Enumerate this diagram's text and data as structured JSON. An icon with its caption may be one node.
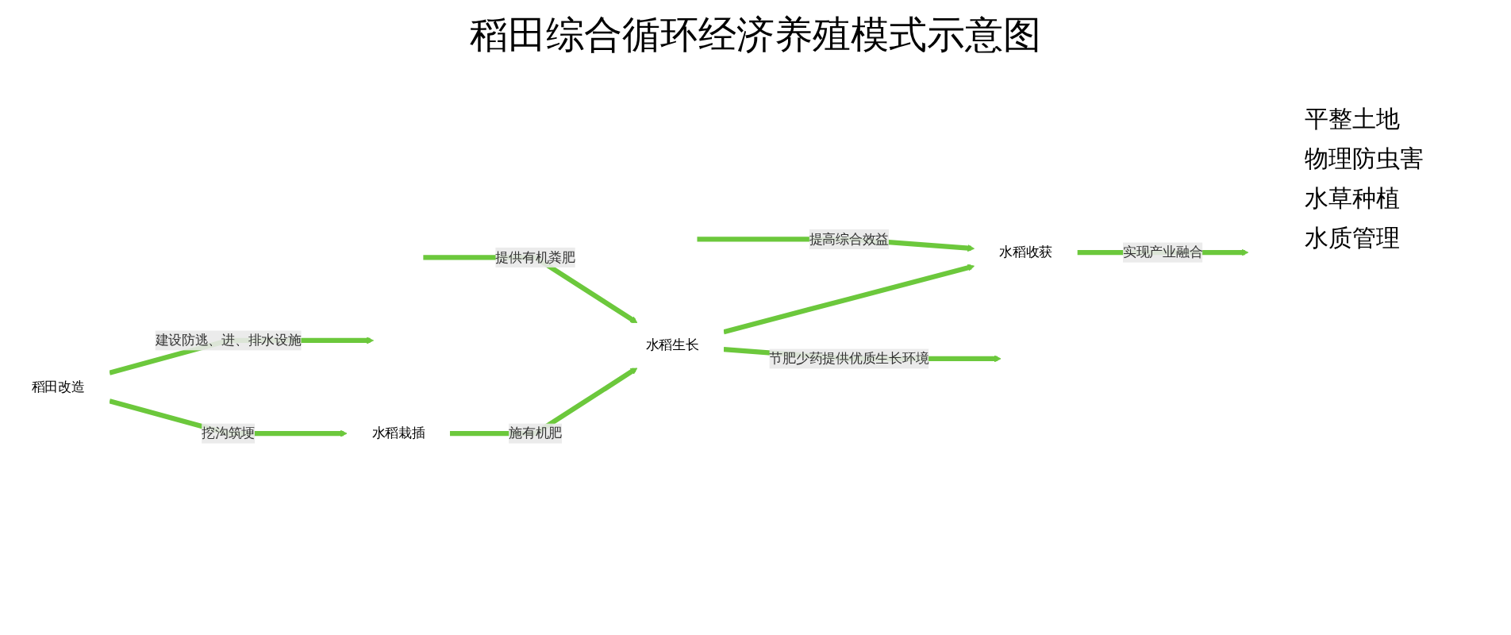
{
  "diagram": {
    "title": "稻田综合循环经济养殖模式示意图",
    "nodes": [
      {
        "text": [
          "稻田改造"
        ]
      },
      {
        "text": [
          "水稻栽插"
        ]
      },
      {
        "text": [
          "水稻生长"
        ]
      },
      {
        "text": [
          "水稻收获"
        ]
      }
    ],
    "edges": [
      {
        "from": 0,
        "to": 1,
        "arrow": "to",
        "label": "挖沟筑埂"
      },
      {
        "from": 0,
        "to": null,
        "arrow": "to",
        "label": "建设防逃、进、排水设施"
      },
      {
        "from": 1,
        "to": 2,
        "arrow": "to",
        "label": "施有机肥"
      },
      {
        "from": 2,
        "to": 3,
        "arrow": "to"
      },
      {
        "from": null,
        "to": 2,
        "arrow": "to",
        "label": "提供有机粪肥"
      },
      {
        "from": 2,
        "to": null,
        "arrow": "to",
        "label": "节肥少药提供优质生长环境"
      },
      {
        "from": null,
        "to": 3,
        "arrow": "to",
        "label": "提高综合效益"
      },
      {
        "from": 3,
        "to": null,
        "arrow": "to",
        "label": "实现产业融合"
      }
    ],
    "labels": [
      "平整土地",
      "物理防虫害",
      "水草种植",
      "水质管理"
    ]
  }
}
